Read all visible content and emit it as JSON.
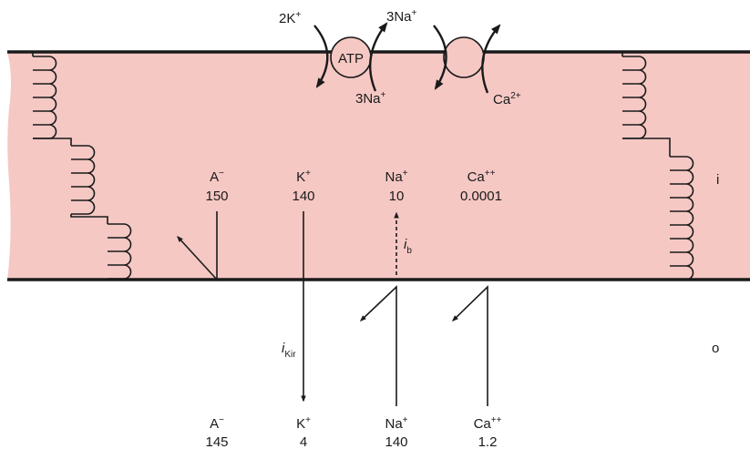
{
  "colors": {
    "cell_fill": "#f5c8c4",
    "membrane": "#1a1a1a",
    "ink": "#1a1a1a",
    "background": "#ffffff"
  },
  "pumps": {
    "na_k_atpase": {
      "label": "ATP",
      "top_ion_base": "2K",
      "top_ion_sup": "+",
      "bottom_ion_base": "3Na",
      "bottom_ion_sup": "+"
    },
    "na_ca_exchanger": {
      "top_ion_base": "3Na",
      "top_ion_sup": "+",
      "bottom_ion_base": "Ca",
      "bottom_ion_sup": "2+"
    }
  },
  "intracellular": {
    "side_label": "i",
    "ions": [
      {
        "base": "A",
        "sup": "−",
        "conc": "150"
      },
      {
        "base": "K",
        "sup": "+",
        "conc": "140"
      },
      {
        "base": "Na",
        "sup": "+",
        "conc": "10"
      },
      {
        "base": "Ca",
        "sup": "++",
        "conc": "0.0001"
      }
    ]
  },
  "extracellular": {
    "side_label": "o",
    "ions": [
      {
        "base": "A",
        "sup": "−",
        "conc": "145"
      },
      {
        "base": "K",
        "sup": "+",
        "conc": "4"
      },
      {
        "base": "Na",
        "sup": "+",
        "conc": "140"
      },
      {
        "base": "Ca",
        "sup": "++",
        "conc": "1.2"
      }
    ]
  },
  "currents": {
    "background": {
      "base": "i",
      "sub": "b"
    },
    "kir": {
      "base": "i",
      "sub": "Kir"
    }
  }
}
